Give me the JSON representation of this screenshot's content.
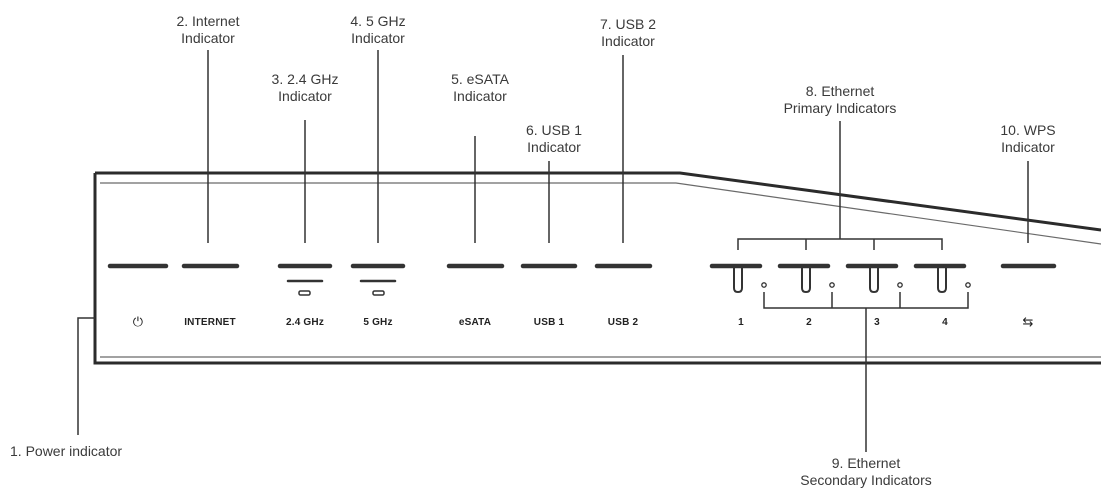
{
  "callouts": {
    "power": "1. Power indicator",
    "internet": [
      "2. Internet",
      "Indicator"
    ],
    "ghz24": [
      "3. 2.4 GHz",
      "Indicator"
    ],
    "ghz5": [
      "4. 5 GHz",
      "Indicator"
    ],
    "esata": [
      "5. eSATA",
      "Indicator"
    ],
    "usb1": [
      "6. USB 1",
      "Indicator"
    ],
    "usb2": [
      "7. USB 2",
      "Indicator"
    ],
    "eth_primary": [
      "8. Ethernet",
      "Primary Indicators"
    ],
    "eth_secondary": [
      "9. Ethernet",
      "Secondary Indicators"
    ],
    "wps": [
      "10. WPS",
      "Indicator"
    ]
  },
  "panel_labels": {
    "power": "⏻",
    "internet": "INTERNET",
    "ghz24": "2.4 GHz",
    "ghz5": "5 GHz",
    "esata": "eSATA",
    "usb1": "USB 1",
    "usb2": "USB 2",
    "eth1": "1",
    "eth2": "2",
    "eth3": "3",
    "eth4": "4",
    "wps": "⇆"
  }
}
